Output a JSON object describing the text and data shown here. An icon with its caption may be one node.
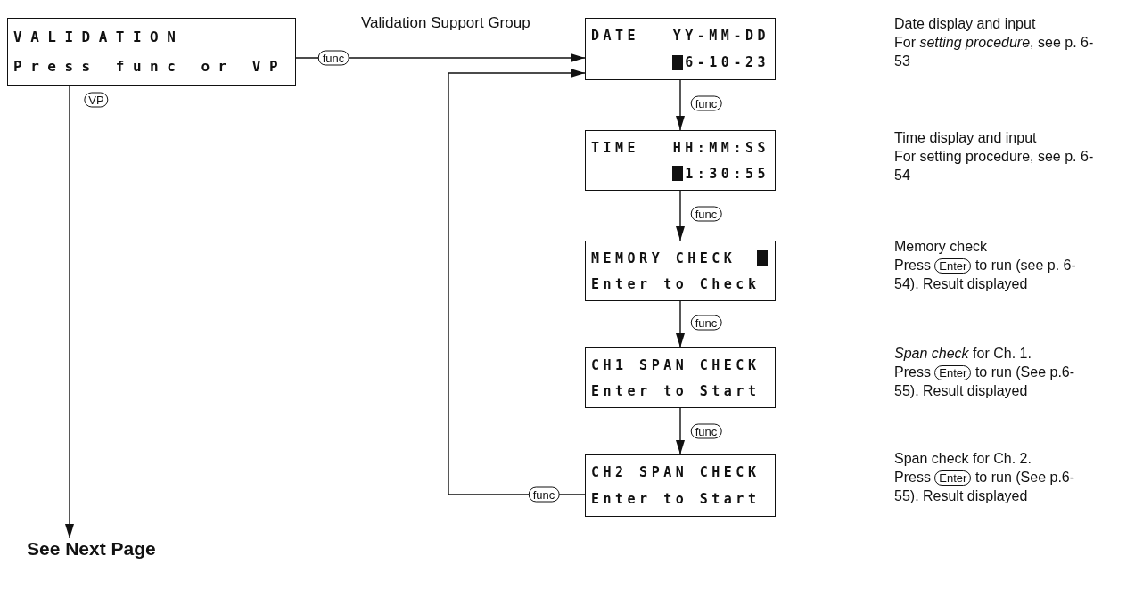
{
  "diagram": {
    "nodes": [
      {
        "text": [
          "VALIDATION",
          "Press func or VP"
        ]
      },
      {
        "text": [
          "DATE",
          "YY-MM-DD",
          "6-10-23"
        ],
        "beside": [
          "Date display and input",
          "For *setting procedure*, see p. 6-53"
        ]
      },
      {
        "text": [
          "TIME",
          "HH:MM:SS",
          "1:30:55"
        ],
        "beside": [
          "Time display and input",
          "For setting procedure, see p. 6-54"
        ]
      },
      {
        "text": [
          "MEMORY CHECK",
          "Enter to Check"
        ],
        "beside": [
          "Memory check",
          "Press",
          "Enter",
          "to run (see p. 6-54). Result displayed"
        ]
      },
      {
        "text": [
          "CH1 SPAN CHECK",
          "Enter to Start"
        ],
        "beside": [
          "*Span check* for Ch. 1.",
          "Press",
          "Enter",
          "to run (See p.6-55). Result displayed"
        ]
      },
      {
        "text": [
          "CH2 SPAN CHECK",
          "Enter to Start"
        ],
        "beside": [
          "Span check for Ch. 2.",
          "Press",
          "Enter",
          "to run (See p.6-55). Result displayed"
        ]
      },
      {
        "text": [
          "See Next Page"
        ]
      }
    ],
    "edges": [
      {
        "from": 0,
        "to": 1,
        "arrow": "to",
        "label": "func"
      },
      {
        "from": 0,
        "to": 6,
        "arrow": "to",
        "label": "VP"
      },
      {
        "from": 1,
        "to": 2,
        "arrow": "to",
        "label": "func"
      },
      {
        "from": 2,
        "to": 3,
        "arrow": "to",
        "label": "func"
      },
      {
        "from": 3,
        "to": 4,
        "arrow": "to",
        "label": "func"
      },
      {
        "from": 4,
        "to": 5,
        "arrow": "to",
        "label": "func"
      },
      {
        "from": 5,
        "to": 1,
        "arrow": "to",
        "label": "func"
      }
    ],
    "labels": [
      "Validation Support Group"
    ]
  }
}
